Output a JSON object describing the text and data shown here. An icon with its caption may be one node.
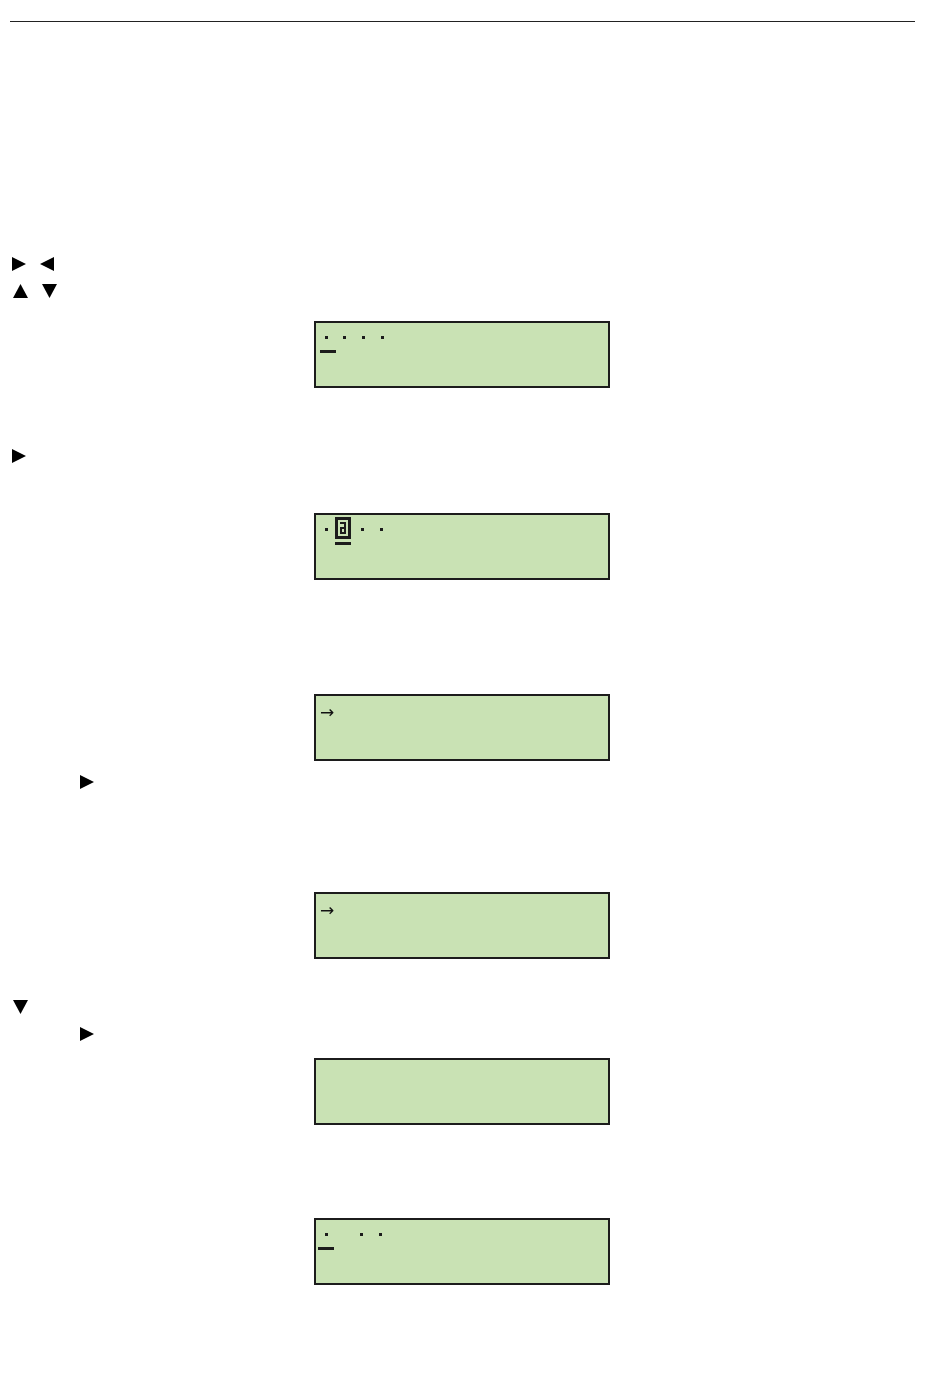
{
  "diagram": {
    "nodes": [
      {
        "text": [],
        "shape": "box"
      },
      {
        "text": [],
        "shape": "box"
      },
      {
        "text": [
          "→"
        ]
      },
      {
        "text": [
          "→"
        ]
      },
      {
        "text": [],
        "shape": "box"
      },
      {
        "text": [],
        "shape": "box"
      }
    ]
  }
}
